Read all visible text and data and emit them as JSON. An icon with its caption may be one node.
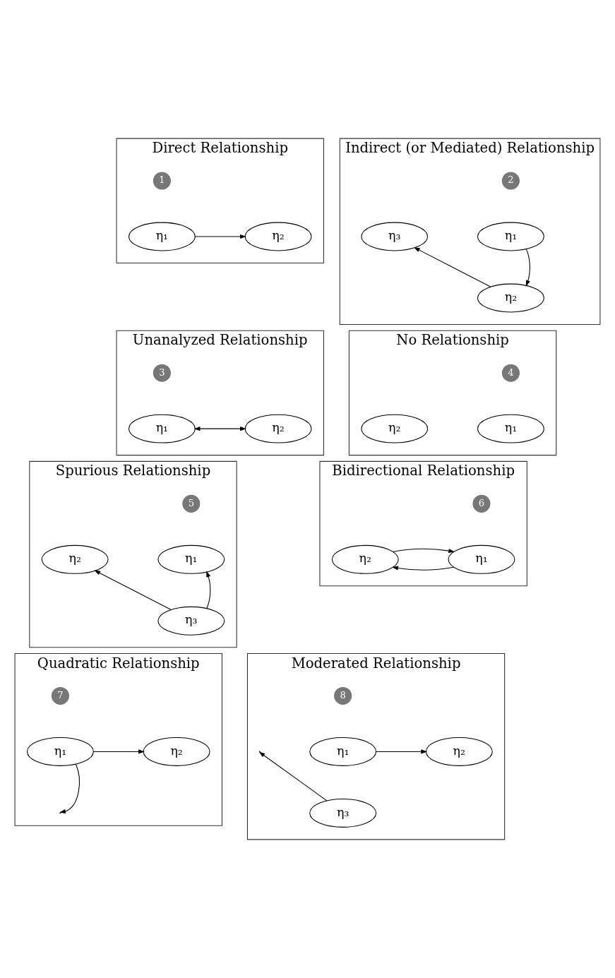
{
  "diagram": {
    "nodes": [
      {
        "text": [
          "Direct Relationship"
        ]
      },
      {
        "text": [
          "1"
        ],
        "in": 0
      },
      {
        "text": [
          "η₁"
        ],
        "in": 0
      },
      {
        "text": [
          "η₂"
        ],
        "in": 0
      },
      {
        "text": [
          "Indirect (or Mediated) Relationship"
        ]
      },
      {
        "text": [
          "2"
        ],
        "in": 4
      },
      {
        "text": [
          "η₁"
        ],
        "in": 4
      },
      {
        "text": [
          "η₃"
        ],
        "in": 4
      },
      {
        "text": [
          "η₂"
        ],
        "in": 4
      },
      {
        "text": [
          "Unanalyzed Relationship"
        ]
      },
      {
        "text": [
          "3"
        ],
        "in": 9
      },
      {
        "text": [
          "η₁"
        ],
        "in": 9
      },
      {
        "text": [
          "η₂"
        ],
        "in": 9
      },
      {
        "text": [
          "No Relationship"
        ]
      },
      {
        "text": [
          "4"
        ],
        "in": 13
      },
      {
        "text": [
          "η₁"
        ],
        "in": 13
      },
      {
        "text": [
          "η₂"
        ],
        "in": 13
      },
      {
        "text": [
          "Spurious Relationship"
        ]
      },
      {
        "text": [
          "5"
        ],
        "in": 17
      },
      {
        "text": [
          "η₁"
        ],
        "in": 17
      },
      {
        "text": [
          "η₂"
        ],
        "in": 17
      },
      {
        "text": [
          "η₃"
        ],
        "in": 17
      },
      {
        "text": [
          "Bidirectional Relationship"
        ]
      },
      {
        "text": [
          "6"
        ],
        "in": 22
      },
      {
        "text": [
          "η₁"
        ],
        "in": 22
      },
      {
        "text": [
          "η₂"
        ],
        "in": 22
      },
      {
        "text": [
          "Quadratic Relationship"
        ]
      },
      {
        "text": [
          "7"
        ],
        "in": 26
      },
      {
        "text": [
          "η₁"
        ],
        "in": 26
      },
      {
        "text": [
          "η₂"
        ],
        "in": 26
      },
      {
        "text": [
          "Moderated Relationship"
        ]
      },
      {
        "text": [
          "8"
        ],
        "in": 30
      },
      {
        "text": [
          "η₁"
        ],
        "in": 30
      },
      {
        "text": [
          "η₂"
        ],
        "in": 30
      },
      {
        "text": [
          "η₃"
        ],
        "in": 30
      }
    ],
    "edges": [
      {
        "from": 2,
        "to": 3,
        "arrow": "to"
      },
      {
        "from": 6,
        "to": 8,
        "arrow": "to"
      },
      {
        "from": 8,
        "to": 7,
        "arrow": "to"
      },
      {
        "from": 11,
        "to": 12,
        "arrow": "both"
      },
      {
        "from": 21,
        "to": 19,
        "arrow": "to"
      },
      {
        "from": 21,
        "to": 20,
        "arrow": "to"
      },
      {
        "from": 24,
        "to": 25,
        "arrow": "to"
      },
      {
        "from": 25,
        "to": 24,
        "arrow": "to"
      },
      {
        "from": 28,
        "to": 29,
        "arrow": "to"
      },
      {
        "from": 28,
        "to": null,
        "arrow": "to"
      },
      {
        "from": 32,
        "to": 33,
        "arrow": "to"
      },
      {
        "from": 34,
        "to": null,
        "arrow": "to"
      }
    ]
  }
}
